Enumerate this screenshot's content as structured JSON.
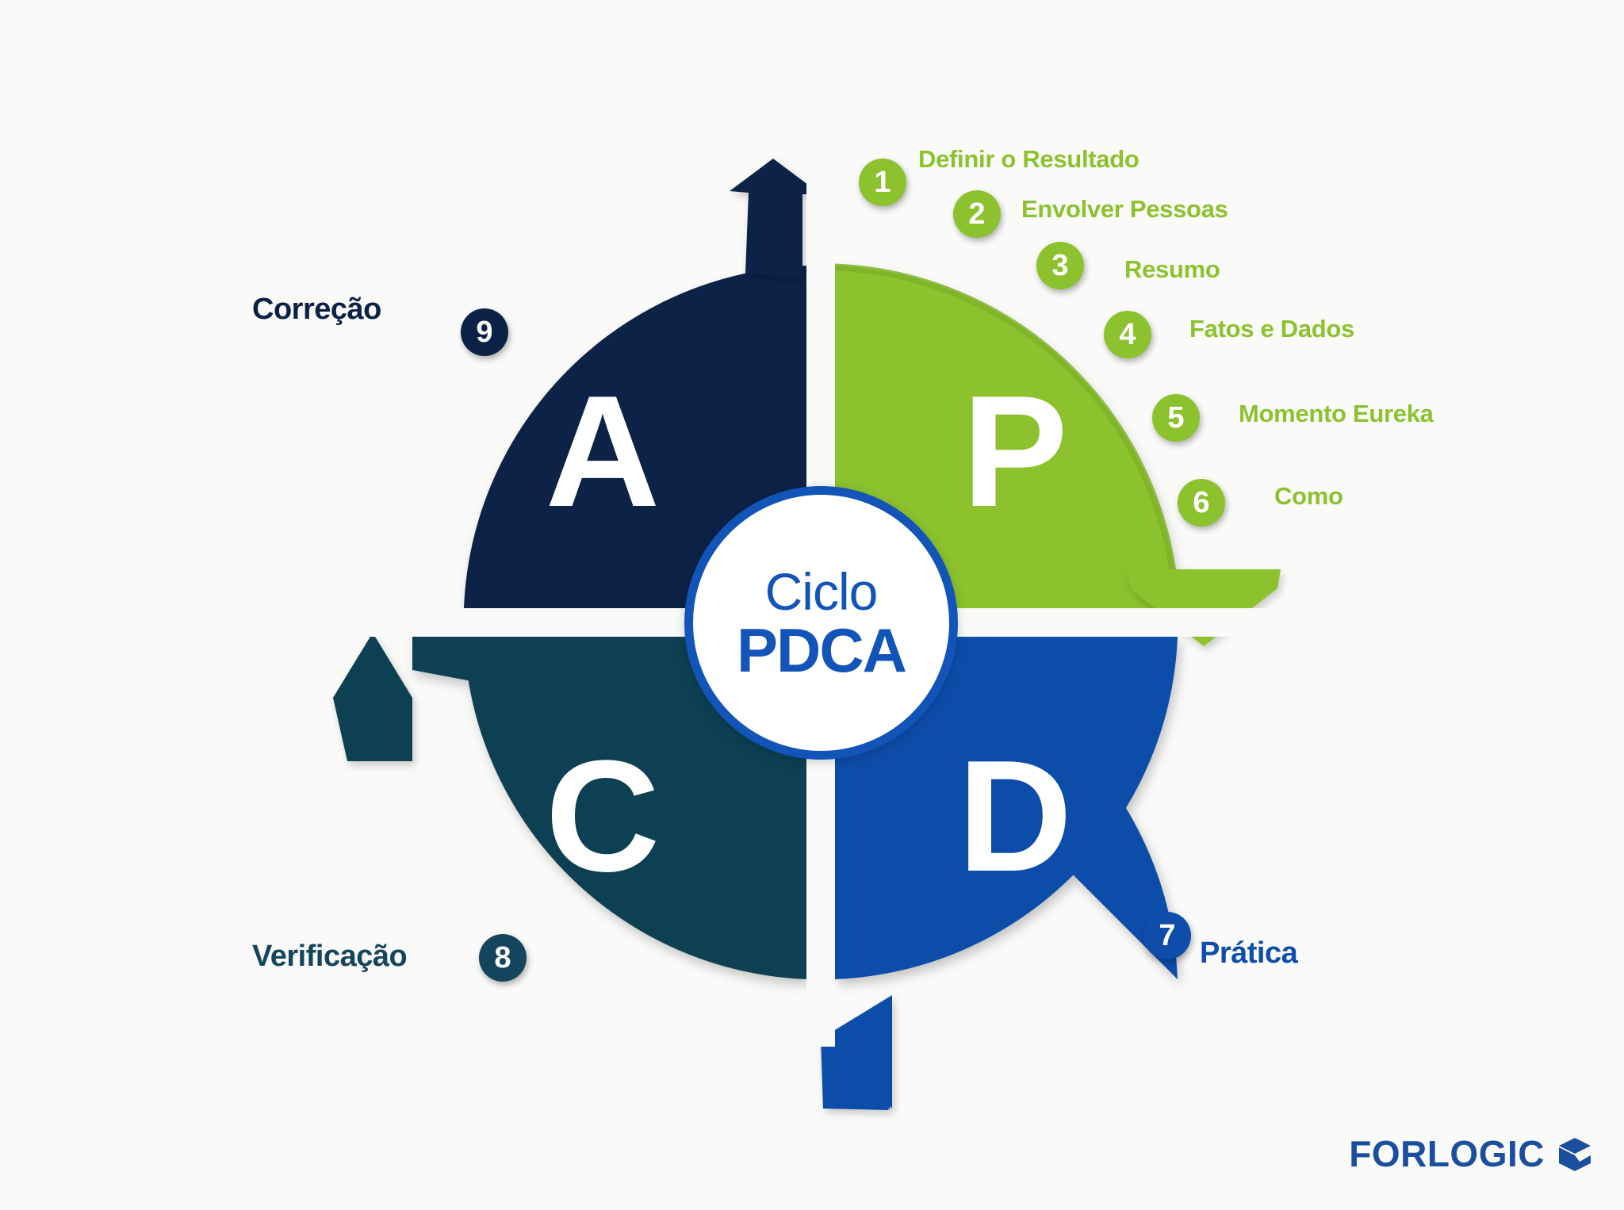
{
  "title": "Ciclo PDCA",
  "hub": {
    "line1": "Ciclo",
    "line2": "PDCA"
  },
  "quadrants": [
    {
      "letter": "A",
      "name": "act",
      "color": "#0c2146",
      "position": "top-left"
    },
    {
      "letter": "P",
      "name": "plan",
      "color": "#8cc22e",
      "position": "top-right"
    },
    {
      "letter": "C",
      "name": "check",
      "color": "#0d4052",
      "position": "bottom-left"
    },
    {
      "letter": "D",
      "name": "do",
      "color": "#0e4daa",
      "position": "bottom-right"
    }
  ],
  "steps": [
    {
      "number": "1",
      "label": "Definir o Resultado",
      "color": "#8cc22e"
    },
    {
      "number": "2",
      "label": "Envolver Pessoas",
      "color": "#8cc22e"
    },
    {
      "number": "3",
      "label": "Resumo",
      "color": "#8cc22e"
    },
    {
      "number": "4",
      "label": "Fatos e Dados",
      "color": "#8cc22e"
    },
    {
      "number": "5",
      "label": "Momento Eureka",
      "color": "#8cc22e"
    },
    {
      "number": "6",
      "label": "Como",
      "color": "#8cc22e"
    }
  ],
  "phases": [
    {
      "number": "7",
      "label": "Prática",
      "color": "#0e4daa"
    },
    {
      "number": "8",
      "label": "Verificação",
      "color": "#14455c"
    },
    {
      "number": "9",
      "label": "Correção",
      "color": "#0c2146"
    }
  ],
  "arrows": [
    {
      "name": "act-to-plan-arrow",
      "direction": "up",
      "color": "#0c2146"
    },
    {
      "name": "plan-to-do-arrow",
      "direction": "down",
      "color": "#8cc22e"
    },
    {
      "name": "do-to-check-arrow",
      "direction": "left",
      "color": "#0e4daa"
    },
    {
      "name": "check-to-act-arrow",
      "direction": "up",
      "color": "#0d4052"
    }
  ],
  "brand": {
    "text": "FORLOGIC",
    "color": "#1a4fa0",
    "mark": "cube-icon"
  },
  "colors": {
    "background": "#fafaf8",
    "green": "#8cc22e",
    "blue": "#0e4daa",
    "navy": "#0c2146",
    "teal": "#0d4052",
    "hub_ring": "#1254b8",
    "white": "#ffffff"
  }
}
